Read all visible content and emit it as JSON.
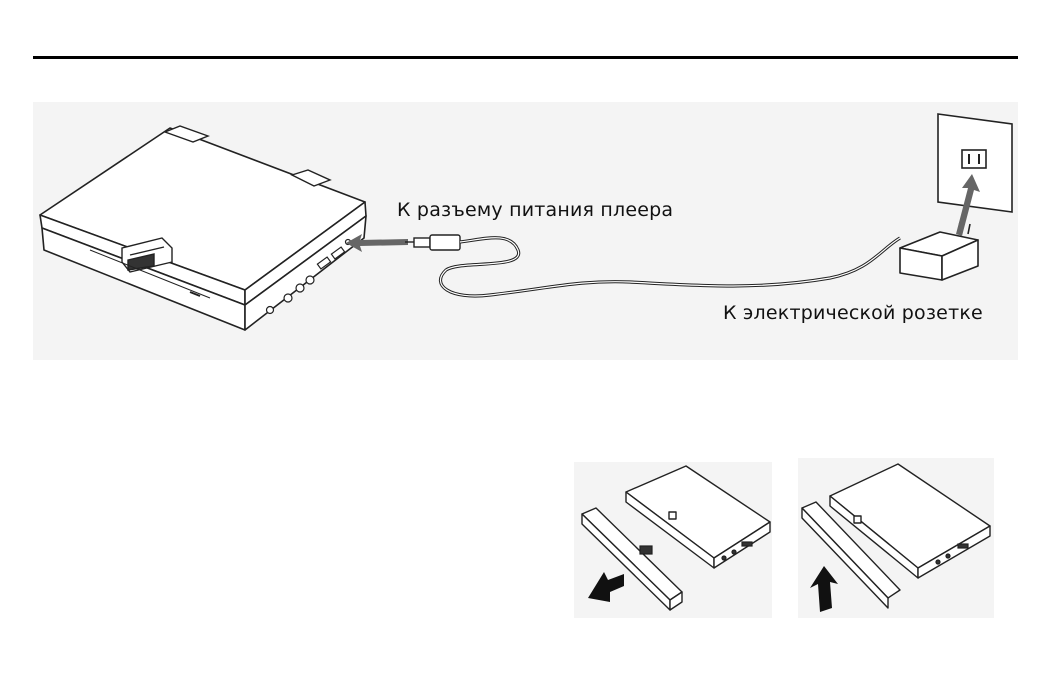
{
  "labels": {
    "player_power": "К разъему питания плеера",
    "outlet": "К электрической розетке"
  },
  "icons": [
    "laptop-player-illustration",
    "power-adapter-illustration",
    "wall-socket-illustration",
    "battery-attach-illustration"
  ],
  "colors": {
    "rule": "#000000",
    "panel": "#f4f4f4",
    "arrow": "#666666",
    "line": "#222222"
  }
}
